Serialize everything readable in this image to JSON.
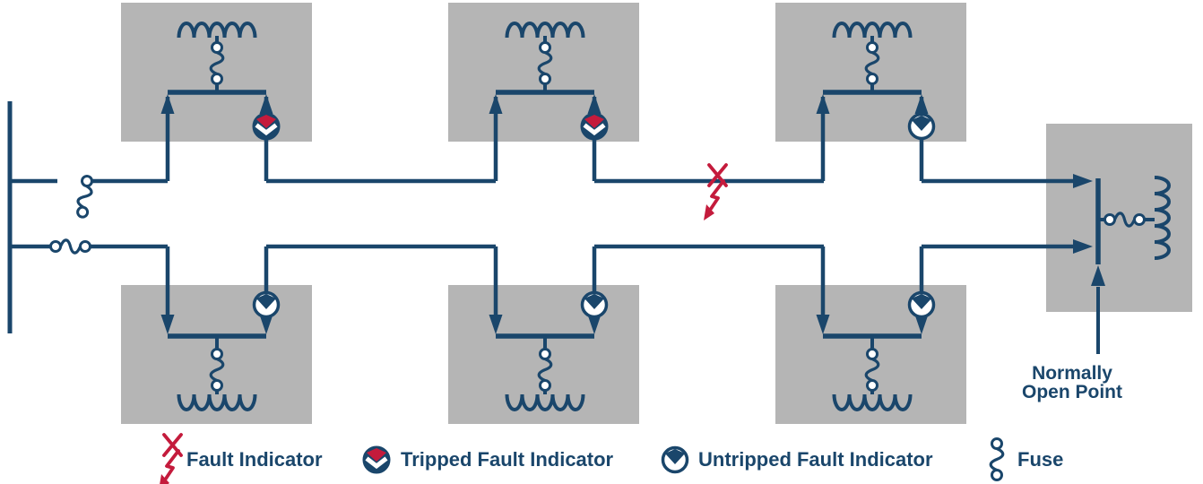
{
  "colors": {
    "navy": "#1A466B",
    "red": "#C41B3C",
    "gray": "#B5B5B5",
    "white": "#FFFFFF"
  },
  "legend": {
    "items": [
      {
        "icon": "fault-lightning-icon",
        "symbol": "lightning",
        "label": "Fault Indicator"
      },
      {
        "icon": "tripped-fault-indicator-icon",
        "symbol": "tripped",
        "label": "Tripped Fault Indicator"
      },
      {
        "icon": "untripped-fault-indicator-icon",
        "symbol": "untripped",
        "label": "Untripped Fault Indicator"
      },
      {
        "icon": "fuse-icon",
        "symbol": "fuse",
        "label": "Fuse"
      }
    ]
  },
  "annotations": {
    "normally_open_point": "Normally\nOpen Point"
  },
  "diagram": {
    "source_bus_fuses": {
      "top_feeder": "open",
      "bottom_feeder": "closed"
    },
    "fault": {
      "feeder": "top",
      "between_substations": [
        2,
        3
      ]
    },
    "top_feeder": {
      "substations": [
        {
          "name": "substation-1",
          "fault_indicator": "tripped"
        },
        {
          "name": "substation-2",
          "fault_indicator": "tripped"
        },
        {
          "name": "substation-3",
          "fault_indicator": "untripped"
        }
      ]
    },
    "bottom_feeder": {
      "substations": [
        {
          "name": "substation-4",
          "fault_indicator": "untripped"
        },
        {
          "name": "substation-5",
          "fault_indicator": "untripped"
        },
        {
          "name": "substation-6",
          "fault_indicator": "untripped"
        }
      ]
    }
  }
}
